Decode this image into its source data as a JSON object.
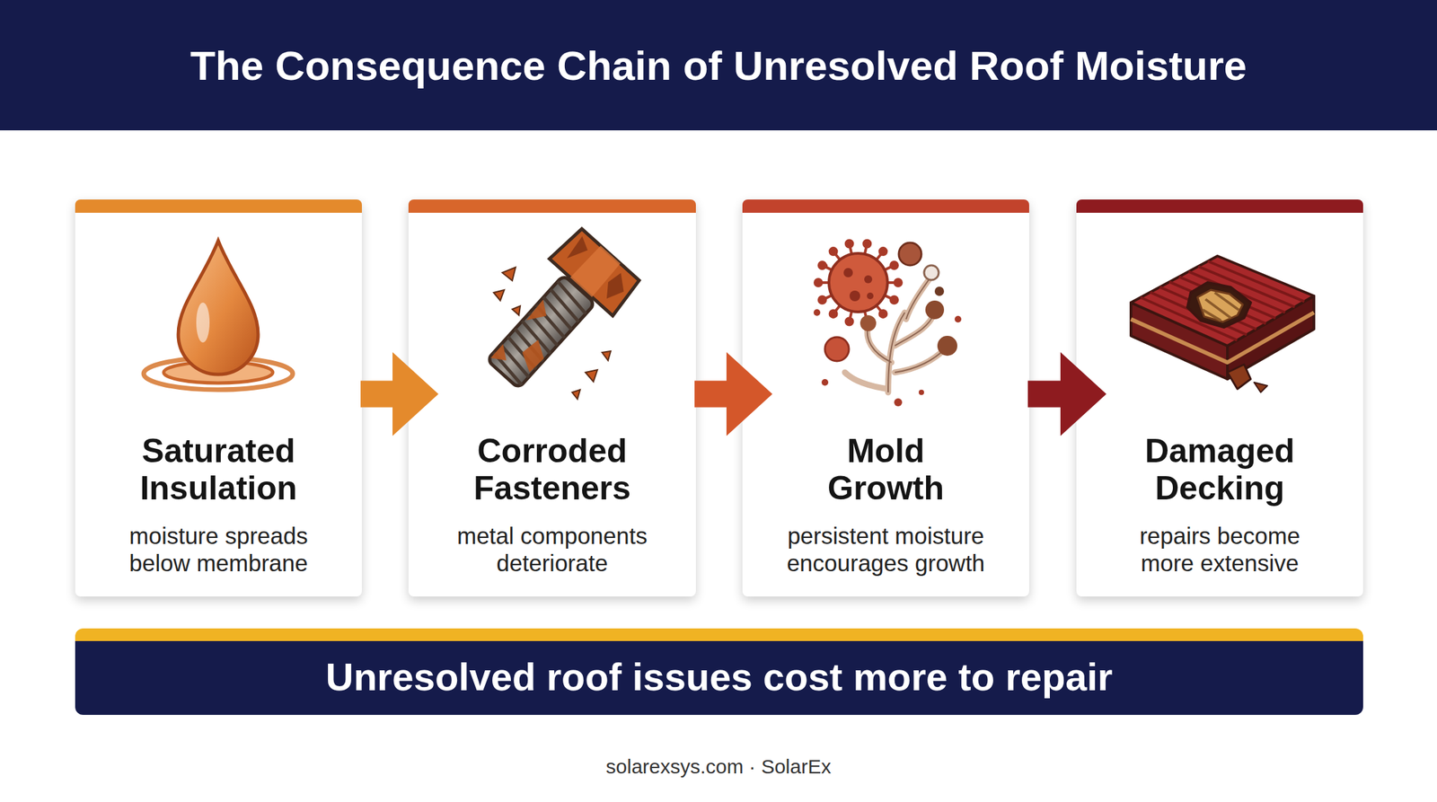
{
  "diagram": {
    "title": "The Consequence Chain of Unresolved Roof Moisture",
    "nodes": [
      {
        "text": [
          "Saturated Insulation",
          "moisture spreads below membrane"
        ]
      },
      {
        "text": [
          "Corroded Fasteners",
          "metal components deteriorate"
        ]
      },
      {
        "text": [
          "Mold Growth",
          "persistent moisture encourages growth"
        ]
      },
      {
        "text": [
          "Damaged Decking",
          "repairs become more extensive"
        ]
      },
      {
        "text": [
          "Unresolved roof issues cost more to repair"
        ]
      }
    ],
    "edges": [
      {
        "from": 0,
        "to": 1,
        "arrow": "to"
      },
      {
        "from": 1,
        "to": 2,
        "arrow": "to"
      },
      {
        "from": 2,
        "to": 3,
        "arrow": "to"
      }
    ],
    "labels": [
      "solarexsys.com · SolarEx"
    ]
  }
}
